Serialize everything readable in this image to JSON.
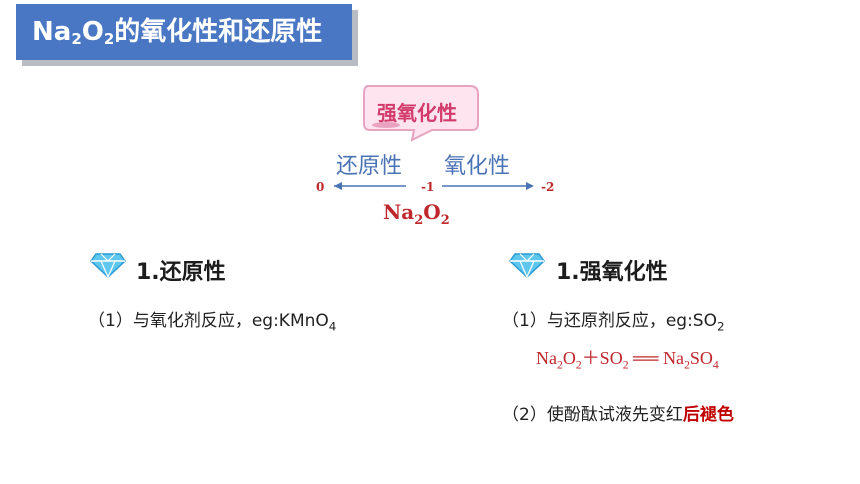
{
  "title": {
    "prefix": "Na",
    "sub1": "2",
    "mid": "O",
    "sub2": "2",
    "rest": "的氧化性和还原性"
  },
  "bubble_label": "强氧化性",
  "diagram": {
    "left_label": "还原性",
    "right_label": "氧化性",
    "num_left": "0",
    "num_mid": "-1",
    "num_right": "-2",
    "compound": {
      "a": "Na",
      "s1": "2",
      "b": "O",
      "s2": "2"
    }
  },
  "left": {
    "heading": "1.还原性",
    "item1": {
      "text": "（1）与氧化剂反应，eg:KMnO",
      "sub": "4"
    }
  },
  "right": {
    "heading": "1.强氧化性",
    "item1": {
      "text": "（1）与还原剂反应，eg:SO",
      "sub": "2"
    },
    "equation": {
      "p1": "Na",
      "s1": "2",
      "p2": "O",
      "s2": "2",
      "p3": "＋SO",
      "s3": "2",
      "arrow": " ══ ",
      "p4": "Na",
      "s4": "2",
      "p5": "SO",
      "s5": "4"
    },
    "item2": {
      "text": "（2）使酚酞试液先变红",
      "emph": "后褪色"
    }
  },
  "colors": {
    "title_bg": "#4a77c4",
    "accent_red": "#c0272d",
    "label_blue": "#4a73b5",
    "bubble_pink": "#d23b6b"
  }
}
